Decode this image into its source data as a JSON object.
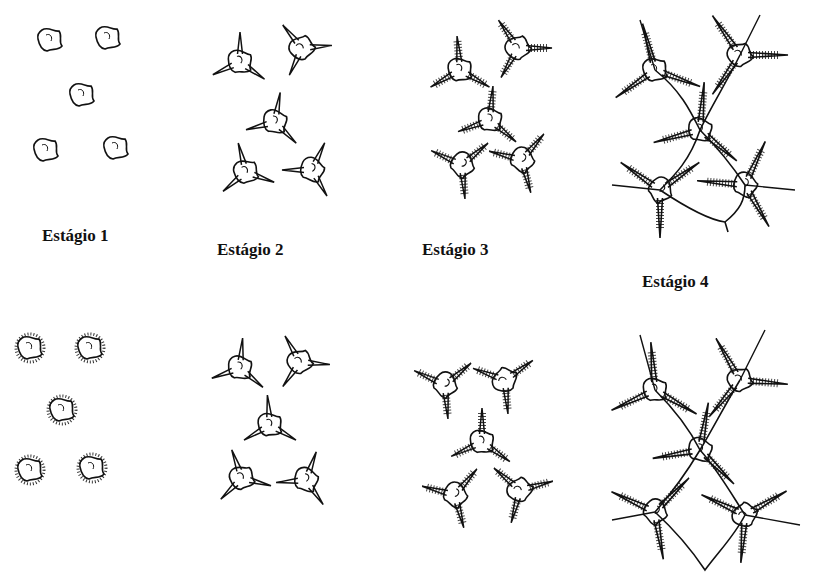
{
  "diagram": {
    "labels": [
      "Estágio 1",
      "Estágio 2",
      "Estágio 3",
      "Estágio 4"
    ]
  }
}
